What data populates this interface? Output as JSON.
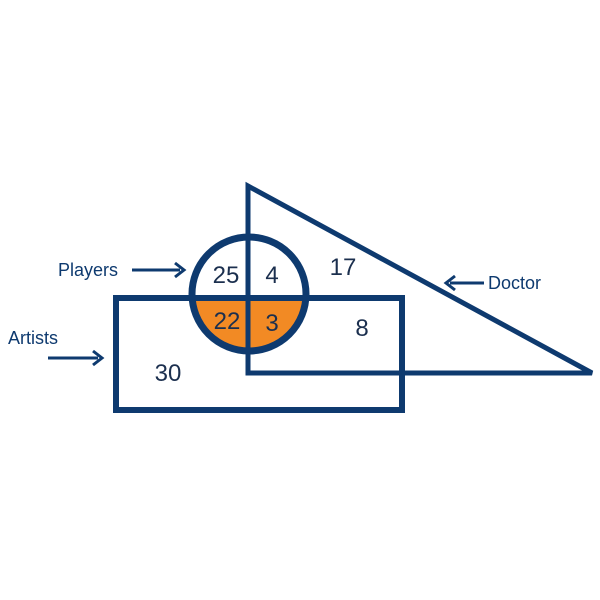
{
  "colors": {
    "stroke": "#0e3a6f",
    "fill_highlight": "#f28a24",
    "text": "#0e3a6f"
  },
  "labels": {
    "players": "Players",
    "artists": "Artists",
    "doctor": "Doctor"
  },
  "regions": {
    "players_only": "25",
    "players_doctor": "4",
    "doctor_only": "17",
    "players_artists": "22",
    "all_three": "3",
    "artists_doctor": "8",
    "artists_only": "30"
  }
}
